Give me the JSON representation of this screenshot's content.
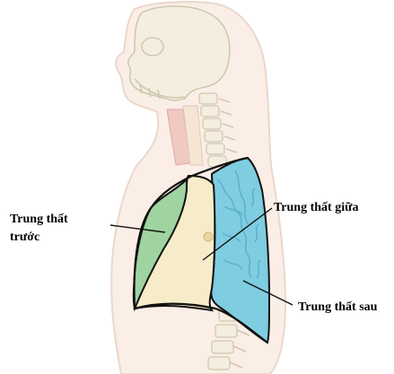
{
  "labels": {
    "anterior_line1": "Trung thất",
    "anterior_line2": "trước",
    "middle": "Trung thất giữa",
    "posterior": "Trung thất sau"
  },
  "colors": {
    "background": "#ffffff",
    "body_fill": "#fbeee6",
    "body_outline": "#ead8cc",
    "bone_fill": "#f4eee0",
    "bone_outline": "#cfc6ae",
    "anterior_fill": "#9fd3a0",
    "middle_fill": "#f6ecc9",
    "posterior_fill": "#7fcde0",
    "vessel": "#5aaecb",
    "outline": "#111111"
  }
}
